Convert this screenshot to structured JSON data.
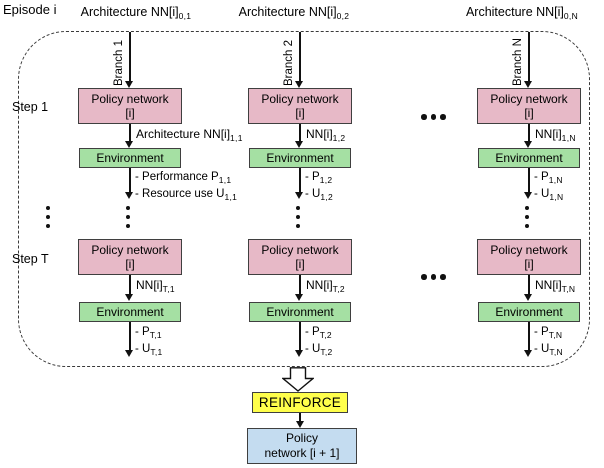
{
  "episode_label": "Episode i",
  "steps": {
    "step1": "Step 1",
    "stepT": "Step T"
  },
  "columns": [
    {
      "branch": "Branch 1",
      "arch_label": {
        "main": "Architecture NN[i]",
        "sub": "0,1"
      },
      "policy": {
        "line1": "Policy network",
        "line2": "[i]"
      },
      "step1": {
        "arrow_label": {
          "main": "Architecture NN[i]",
          "sub": "1,1"
        },
        "env_label": "Environment",
        "out1": {
          "main": "- Performance P",
          "sub": "1,1"
        },
        "out2": {
          "main": "- Resource use U",
          "sub": "1,1"
        }
      },
      "stepT": {
        "arrow_label": {
          "main": "NN[i]",
          "sub": "T,1"
        },
        "env_label": "Environment",
        "out1": {
          "main": "- P",
          "sub": "T,1"
        },
        "out2": {
          "main": "- U",
          "sub": "T,1"
        }
      }
    },
    {
      "branch": "Branch 2",
      "arch_label": {
        "main": "Architecture NN[i]",
        "sub": "0,2"
      },
      "policy": {
        "line1": "Policy network",
        "line2": "[i]"
      },
      "step1": {
        "arrow_label": {
          "main": "NN[i]",
          "sub": "1,2"
        },
        "env_label": "Environment",
        "out1": {
          "main": "- P",
          "sub": "1,2"
        },
        "out2": {
          "main": "- U",
          "sub": "1,2"
        }
      },
      "stepT": {
        "arrow_label": {
          "main": "NN[i]",
          "sub": "T,2"
        },
        "env_label": "Environment",
        "out1": {
          "main": "- P",
          "sub": "T,2"
        },
        "out2": {
          "main": "- U",
          "sub": "T,2"
        }
      }
    },
    {
      "branch": "Branch N",
      "arch_label": {
        "main": "Architecture NN[i]",
        "sub": "0,N"
      },
      "policy": {
        "line1": "Policy network",
        "line2": "[i]"
      },
      "step1": {
        "arrow_label": {
          "main": "NN[i]",
          "sub": "1,N"
        },
        "env_label": "Environment",
        "out1": {
          "main": "- P",
          "sub": "1,N"
        },
        "out2": {
          "main": "- U",
          "sub": "1,N"
        }
      },
      "stepT": {
        "arrow_label": {
          "main": "NN[i]",
          "sub": "T,N"
        },
        "env_label": "Environment",
        "out1": {
          "main": "- P",
          "sub": "T,N"
        },
        "out2": {
          "main": "- U",
          "sub": "T,N"
        }
      }
    }
  ],
  "reinforce": {
    "label": "REINFORCE"
  },
  "final_policy": {
    "line1": "Policy",
    "line2": "network [i + 1]"
  },
  "colors": {
    "policy_box": "#E7B9C7",
    "environment_box": "#A5E0A3",
    "reinforce_box": "#FFFF4B",
    "final_policy_box": "#C4DCF0",
    "line": "#111111"
  }
}
